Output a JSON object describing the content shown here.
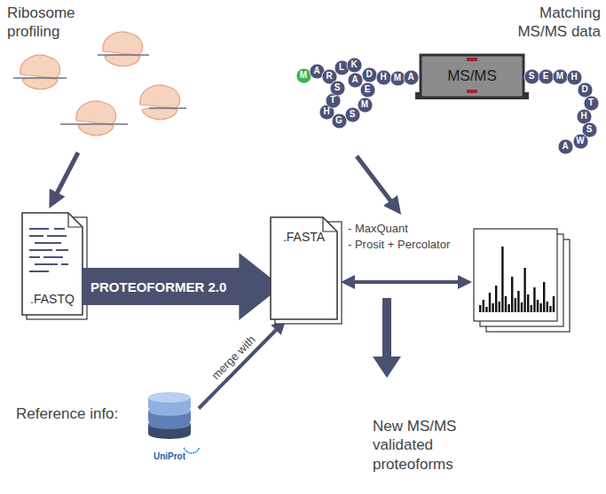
{
  "diagram": {
    "nodes": [
      {
        "text": [
          "M"
        ]
      },
      {
        "text": [
          "A"
        ]
      },
      {
        "text": [
          "R"
        ]
      },
      {
        "text": [
          "L"
        ]
      },
      {
        "text": [
          "K"
        ]
      },
      {
        "text": [
          "A"
        ]
      },
      {
        "text": [
          "E"
        ]
      },
      {
        "text": [
          "M"
        ]
      },
      {
        "text": [
          "S"
        ]
      },
      {
        "text": [
          "G"
        ]
      },
      {
        "text": [
          "H"
        ]
      },
      {
        "text": [
          "T"
        ]
      },
      {
        "text": [
          "S"
        ]
      },
      {
        "text": [
          "D"
        ]
      },
      {
        "text": [
          "H"
        ]
      },
      {
        "text": [
          "M"
        ]
      },
      {
        "text": [
          "A"
        ]
      },
      {
        "text": [
          "MS/MS"
        ]
      },
      {
        "text": [
          "S"
        ]
      },
      {
        "text": [
          "E"
        ]
      },
      {
        "text": [
          "M"
        ]
      },
      {
        "text": [
          "H"
        ]
      },
      {
        "text": [
          "D"
        ]
      },
      {
        "text": [
          "T"
        ]
      },
      {
        "text": [
          "H"
        ]
      },
      {
        "text": [
          "S"
        ]
      },
      {
        "text": [
          "W"
        ]
      },
      {
        "text": [
          "A"
        ]
      },
      {
        "text": [
          ".FASTQ"
        ]
      },
      {
        "text": [
          "PROTEOFORMER 2.0"
        ]
      },
      {
        "text": [
          ".FASTA"
        ]
      },
      {
        "text": [
          "UniProt"
        ]
      }
    ],
    "edges": [
      {
        "from": 31,
        "to": 30,
        "label": "merge with",
        "arrow": "to"
      }
    ],
    "labels": [
      "Ribosome profiling",
      "Matching MS/MS data",
      "- MaxQuant",
      "- Prosit + Percolator",
      "Reference info:",
      "New MS/MS validated proteoforms"
    ]
  }
}
